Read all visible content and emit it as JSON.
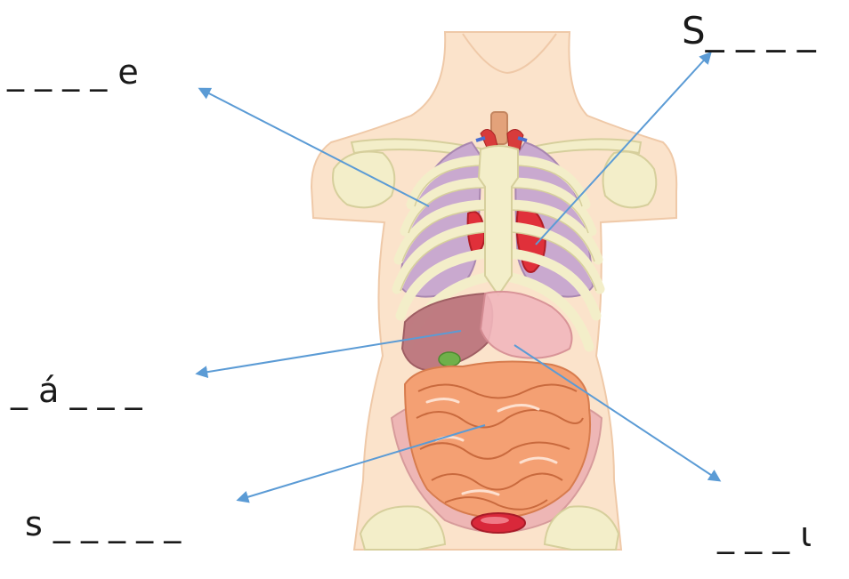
{
  "labels": {
    "lungs": "_ _ _ _ e",
    "heart": "S_ _ _ _",
    "liver": "_ á _ _ _",
    "intestine": "s _ _ _ _ _",
    "stomach": "_ _ _ ι"
  },
  "colors": {
    "arrow": "#5b9bd5",
    "skin": "#fbe3cb",
    "bone": "#f3eec9",
    "lung": "#c9a9cf",
    "heart": "#e0303a",
    "liver": "#b9707a",
    "intestine": "#f4a073",
    "stomach": "#f2b7bd"
  }
}
